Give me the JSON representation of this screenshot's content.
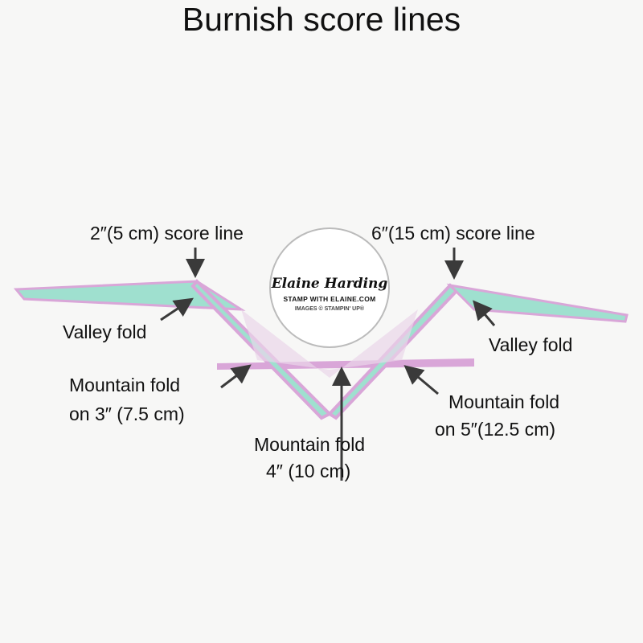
{
  "title": "Burnish score lines",
  "labels": {
    "score_left": "2″(5 cm) score line",
    "score_right": "6″(15 cm) score line",
    "valley_left": "Valley fold",
    "valley_right": "Valley fold",
    "mountain_left_1": "Mountain fold",
    "mountain_left_2": "on 3″ (7.5 cm)",
    "mountain_right_1": "Mountain fold",
    "mountain_right_2": "on 5″(12.5 cm)",
    "mountain_center_1": "Mountain fold",
    "mountain_center_2": "4″ (10 cm)"
  },
  "logo": {
    "name": "Elaine Harding",
    "site": "STAMP WITH ELAINE.COM",
    "credit": "IMAGES © STAMPIN' UP®"
  },
  "colors": {
    "card": "#d9a6d8",
    "pattern": "#9fe0cf",
    "arrow": "#3a3a3a"
  }
}
